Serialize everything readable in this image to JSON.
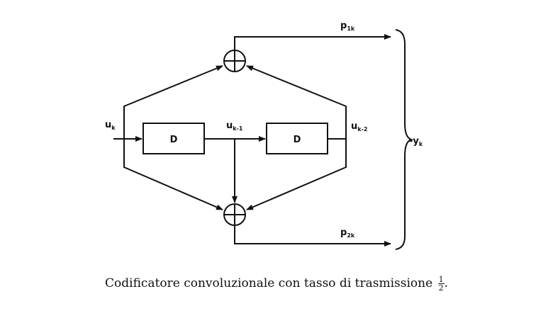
{
  "diagram": {
    "input": {
      "base": "u",
      "sub": "k"
    },
    "delay1": "D",
    "delay2": "D",
    "mid_tap": {
      "base": "u",
      "sub": "k-1"
    },
    "end_tap": {
      "base": "u",
      "sub": "k-2"
    },
    "out1": {
      "base": "p",
      "sub": "1k"
    },
    "out2": {
      "base": "p",
      "sub": "2k"
    },
    "combined": {
      "prefix": "-",
      "base": "y",
      "sub": "k"
    }
  },
  "caption": {
    "text": "Codificatore convoluzionale con tasso di trasmissione",
    "num": "1",
    "den": "2",
    "tail": "."
  }
}
